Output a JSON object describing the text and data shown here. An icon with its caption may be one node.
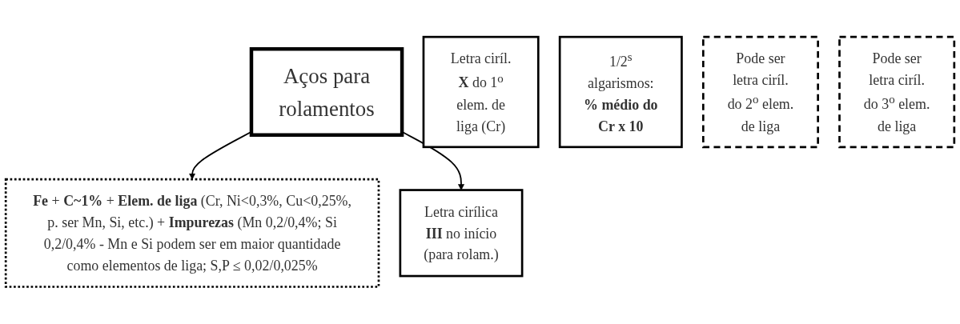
{
  "diagram": {
    "nodes": [
      {
        "text": [
          "Aços para rolamentos"
        ]
      },
      {
        "text": [
          "**Fe** + **C~1%** + **Elem. de liga** (Cr, Ni<0,3%, Cu<0,25%, p. ser Mn, Si, etc.) + **Impurezas** (Mn 0,2/0,4%; Si 0,2/0,4% - Mn e Si podem ser em maior quantidade como elementos de liga; S,P ≤ 0,02/0,025%"
        ]
      },
      {
        "text": [
          "Letra cirílica **III** no início (para rolam.)"
        ]
      },
      {
        "text": [
          "Letra ciríl. **X** do 1$^{o}$ elem. de liga (Cr)"
        ]
      },
      {
        "text": [
          "1/2$^{s}$ algarismos: **% médio do Cr x 10**"
        ]
      },
      {
        "text": [
          "Pode ser letra ciríl. do 2$^{o}$ elem. de liga"
        ]
      },
      {
        "text": [
          "Pode ser letra ciríl. do 3$^{o}$ elem. de liga"
        ]
      }
    ],
    "edges": [
      {
        "from": 0,
        "to": 1,
        "arrow": "to"
      },
      {
        "from": 0,
        "to": 2,
        "arrow": "to"
      }
    ]
  }
}
